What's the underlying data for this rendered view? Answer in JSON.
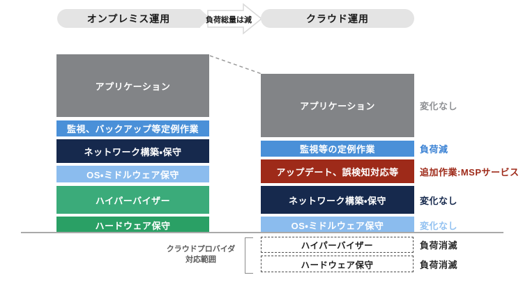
{
  "header": {
    "on_premises_label": "オンプレミス運用",
    "arrow_label": "負荷総量は減",
    "cloud_label": "クラウド運用",
    "pill_color": "#e4e4e4"
  },
  "left_stack": {
    "blocks": [
      {
        "label": "アプリケーション",
        "color": "#828487"
      },
      {
        "label": "監視、バックアップ等定例作業",
        "color": "#4a90d8"
      },
      {
        "label": "ネットワーク構築・保守",
        "color": "#16294d"
      },
      {
        "label": "OS・ミドルウェア保守",
        "color": "#8bbcee"
      },
      {
        "label": "ハイパーバイザー",
        "color": "#3bab7a"
      },
      {
        "label": "ハードウェア保守",
        "color": "#2aa065"
      }
    ]
  },
  "right_stack": {
    "blocks": [
      {
        "label": "アプリケーション",
        "color": "#828487",
        "annotation": "変化なし",
        "annotation_color": "#8f9194"
      },
      {
        "label": "監視等の定例作業",
        "color": "#4a90d8",
        "annotation": "負荷減",
        "annotation_color": "#3b82d4"
      },
      {
        "label": "アップデート、誤検知対応等",
        "color": "#9e2a19",
        "annotation": "追加作業:MSPサービス",
        "annotation_color": "#9e2a19"
      },
      {
        "label": "ネットワーク構築・保守",
        "color": "#16294d",
        "annotation": "変化なし",
        "annotation_color": "#16294d"
      },
      {
        "label": "OS・ミドルウェア保守",
        "color": "#8bbcee",
        "annotation": "変化なし",
        "annotation_color": "#93c2f1"
      }
    ]
  },
  "provider_section": {
    "caption_line1": "クラウドプロバイダ",
    "caption_line2": "対応範囲",
    "boxes": [
      {
        "label": "ハイパーバイザー",
        "annotation": "負荷消滅"
      },
      {
        "label": "ハードウェア保守",
        "annotation": "負荷消滅"
      }
    ]
  }
}
